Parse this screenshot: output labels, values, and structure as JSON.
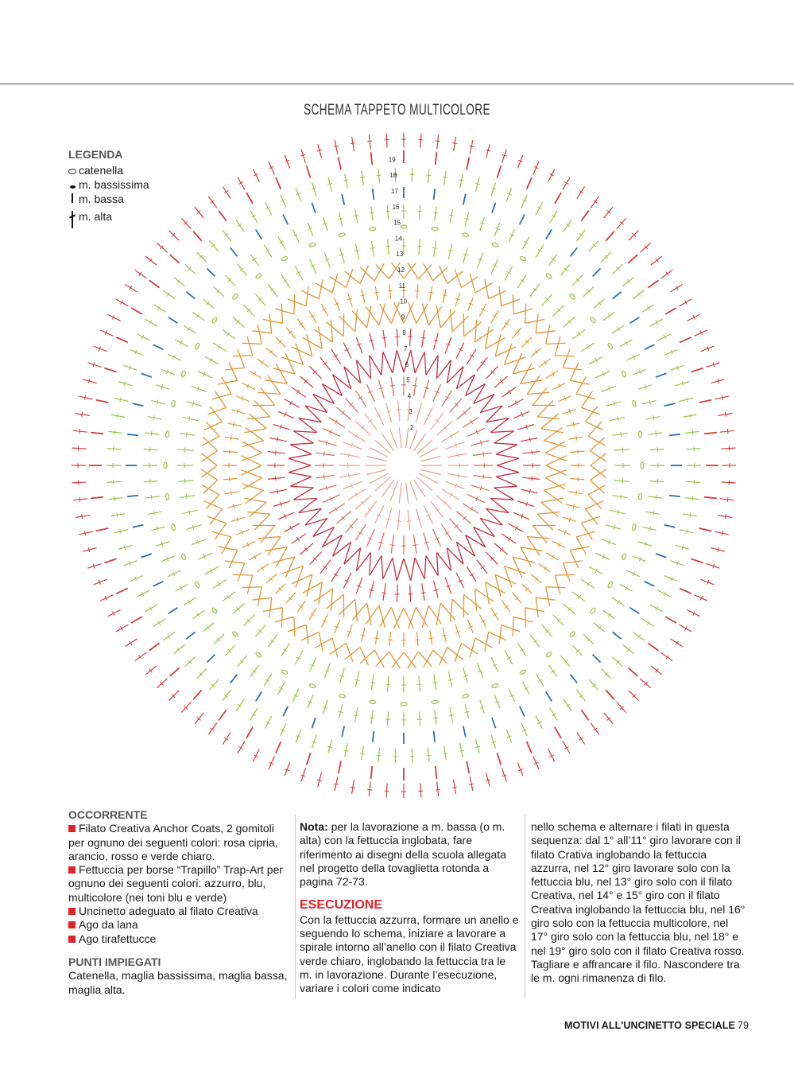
{
  "page": {
    "title": "SCHEMA TAPPETO MULTICOLORE",
    "footer_label": "MOTIVI ALL'UNCINETTO SPECIALE",
    "page_number": "79"
  },
  "legend": {
    "heading": "LEGENDA",
    "items": [
      {
        "symbol": "oval",
        "label": "catenella"
      },
      {
        "symbol": "dot",
        "label": "m. bassissima"
      },
      {
        "symbol": "bar",
        "label": "m. bassa"
      },
      {
        "symbol": "tbar",
        "label": "m. alta"
      }
    ]
  },
  "diagram": {
    "round_labels": [
      "2",
      "3",
      "4",
      "5",
      "6",
      "7",
      "8",
      "9",
      "10",
      "11",
      "12",
      "13",
      "14",
      "15",
      "16",
      "17",
      "18",
      "19"
    ],
    "colors": {
      "red": "#d93a3a",
      "orange": "#e39533",
      "pink": "#e9a092",
      "salmon": "#d96a5a",
      "green": "#9bc24a",
      "blue": "#2f6fb5",
      "crimson": "#c72c3a"
    }
  },
  "occorrente": {
    "heading": "OCCORRENTE",
    "items": [
      "Filato Creativa Anchor Coats, 2 gomitoli per ognuno dei seguenti colori: rosa cipria, arancio, rosso e verde chiaro.",
      "Fettuccia per borse “Trapillo” Trap-Art per ognuno dei seguenti colori: azzurro, blu, multicolore (nei toni blu e verde)",
      "Uncinetto adeguato al filato Creativa",
      "Ago da lana",
      "Ago tirafettucce"
    ]
  },
  "punti": {
    "heading": "PUNTI IMPIEGATI",
    "text": "Catenella, maglia bassissima, maglia bassa, maglia alta."
  },
  "nota": {
    "label": "Nota:",
    "text": " per la lavorazione a m. bassa (o m. alta)  con la fettuccia inglobata, fare riferimento ai disegni della scuola allegata nel progetto della tovaglietta rotonda a pagina 72-73."
  },
  "esecuzione": {
    "heading": "ESECUZIONE",
    "text_part1": "Con la fettuccia azzurra, formare un anello e seguendo lo schema, iniziare a lavorare a spirale intorno all’anello con il filato Creativa verde chiaro, inglobando la fettuccia tra le m. in lavorazione. Durante l’esecuzione, variare i colori come indicato",
    "text_part2": "nello schema e alternare i filati in questa sequenza: dal 1° all’11° giro lavorare con il filato Crativa inglobando la fettuccia azzurra, nel 12° giro lavorare solo con la fettuccia blu, nel 13° giro solo con il filato Creativa, nel 14° e 15° giro con il filato Creativa inglobando la fettuccia blu, nel 16° giro solo con la fettuccia multicolore, nel 17° giro solo con la fettuccia blu, nel 18° e nel 19° giro  solo con il filato Creativa rosso.",
    "text_part3": "Tagliare e affrancare il filo. Nascondere tra le m. ogni rimanenza di filo."
  }
}
